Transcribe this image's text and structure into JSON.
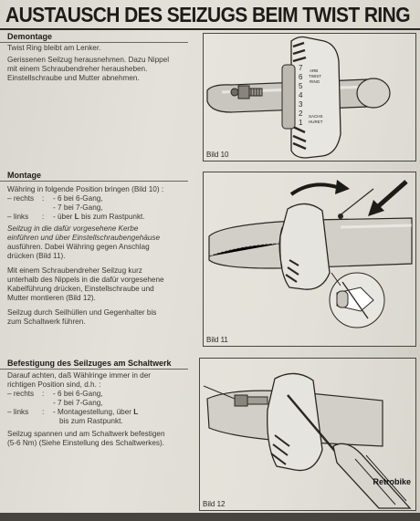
{
  "page": {
    "title": "AUSTAUSCH DES SEIZUGS BEIM TWIST RING",
    "watermark": "Retrobike"
  },
  "demontage": {
    "heading": "Demontage",
    "p1": "Twist Ring bleibt am Lenker.",
    "p2_l1": "Gerissenen Seilzug herausnehmen. Dazu Nippel",
    "p2_l2": "mit einem Schraubendreher herausheben.",
    "p2_l3": "Einstellschraube und Mutter abnehmen.",
    "figure_label": "Bild 10",
    "ring_numbers": [
      "7",
      "6",
      "5",
      "4",
      "3",
      "2",
      "1"
    ],
    "ring_text_1": "ARB",
    "ring_text_2": "TWIST",
    "ring_text_3": "RING",
    "ring_text_4": "SACHS",
    "ring_text_5": "HURET"
  },
  "montage": {
    "heading": "Montage",
    "intro": "Währing in folgende Position bringen (Bild 10) :",
    "rechts_key": "– rechts",
    "rechts_1": "- 6 bei 6-Gang,",
    "rechts_2": "- 7 bei 7-Gang,",
    "links_key": "– links",
    "links_pre": "- über ",
    "links_bold": "L",
    "links_post": " bis zum Rastpunkt.",
    "ital_l1": "Seilzug in die dafür vorgesehene Kerbe",
    "ital_l2": "einführen und über Einstellschraubengehäuse",
    "p3_l1": "ausführen. Dabei Währing gegen Anschlag",
    "p3_l2": "drücken (Bild 11).",
    "p4_l1": "Mit einem Schraubendreher Seilzug kurz",
    "p4_l2": "unterhalb des Nippels in die dafür vorgesehene",
    "p4_l3": "Kabelführung drücken, Einstellschraube und",
    "p4_l4": "Mutter montieren (Bild 12).",
    "p5_l1": "Seilzug durch Seilhüllen und Gegenhalter bis",
    "p5_l2": "zum Schaltwerk führen.",
    "figure_label": "Bild 11"
  },
  "befestigung": {
    "heading": "Befestigung des Seilzuges am Schaltwerk",
    "p1_l1": "Darauf achten, daß Wählringe immer in der",
    "p1_l2": "richtigen Position sind, d.h. :",
    "rechts_key": "– rechts",
    "rechts_1": "- 6 bei 6-Gang,",
    "rechts_2": "- 7 bei 7-Gang,",
    "links_key": "– links",
    "links_1_pre": "- Montagestellung, über ",
    "links_1_bold": "L",
    "links_2": "bis zum Rastpunkt.",
    "p2_l1": "Seilzug spannen und am Schaltwerk befestigen",
    "p2_l2": "(5-6 Nm) (Siehe Einstellung des Schaltwerkes).",
    "figure_label": "Bild 12"
  }
}
